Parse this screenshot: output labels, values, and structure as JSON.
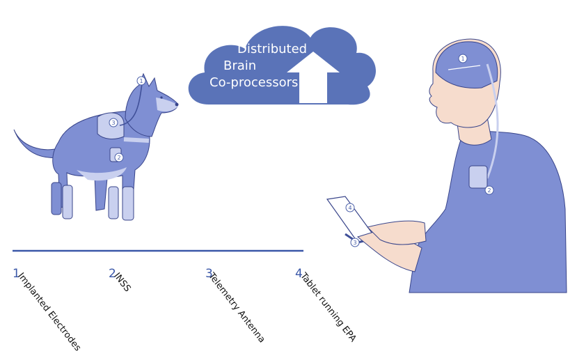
{
  "cloud": {
    "lines": [
      "Distributed",
      "Brain",
      "Co-processors"
    ],
    "fill": "#5a73b8"
  },
  "legend": {
    "items": [
      {
        "number": "1",
        "label": "Implanted Electrodes"
      },
      {
        "number": "2",
        "label": "INSS"
      },
      {
        "number": "3",
        "label": "Telemetry Antenna"
      },
      {
        "number": "4",
        "label": "Tablet running EPA"
      }
    ],
    "line_color": "#3a57a8"
  },
  "dog_callouts": [
    "1",
    "2",
    "3"
  ],
  "human_callouts": [
    "1",
    "2",
    "3",
    "4"
  ],
  "colors": {
    "figure_fill": "#7f8fd3",
    "figure_light": "#c9d0ef",
    "figure_dark": "#3f4f98",
    "skin": "#f6dccd",
    "outline": "#38448a"
  }
}
